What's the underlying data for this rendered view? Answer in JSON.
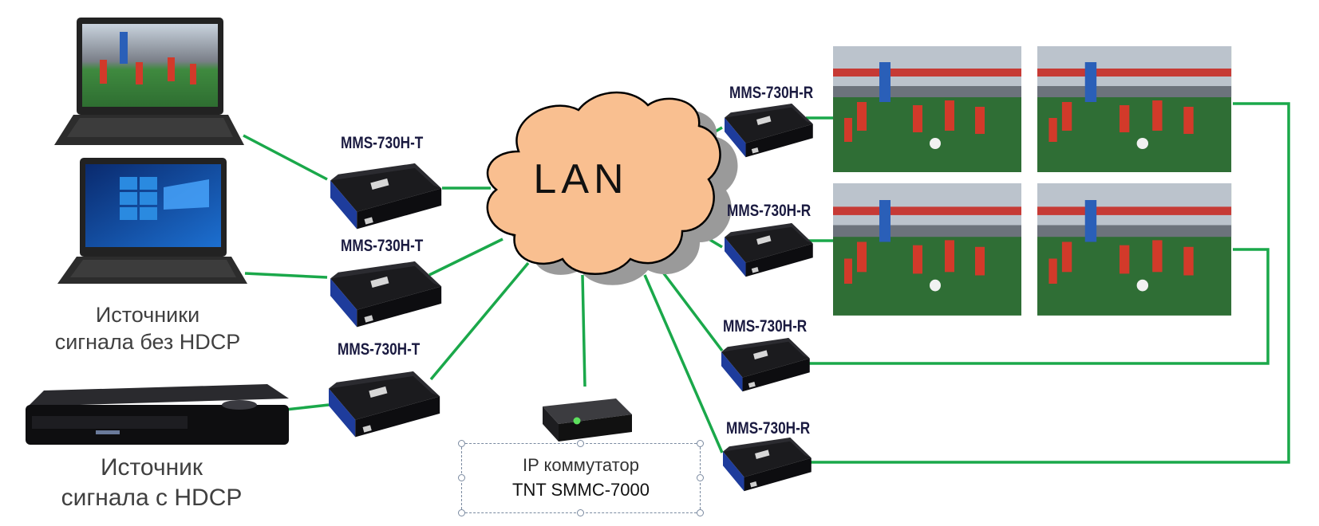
{
  "lan_label": "LAN",
  "transmitter_label": "MMS-730H-T",
  "receiver_label": "MMS-730H-R",
  "sources_no_hdcp": [
    "Источники",
    "сигнала без HDCP"
  ],
  "source_hdcp": [
    "Источник",
    "сигнала с HDCP"
  ],
  "ip_switch": {
    "line1": "IP коммутатор",
    "line2": "TNT SMMC-7000"
  },
  "colors": {
    "link": "#1aa84a",
    "cloud": "#f9bf90",
    "cloud_shadow": "#9a9a9a",
    "device_blue": "#1e3c9c"
  }
}
